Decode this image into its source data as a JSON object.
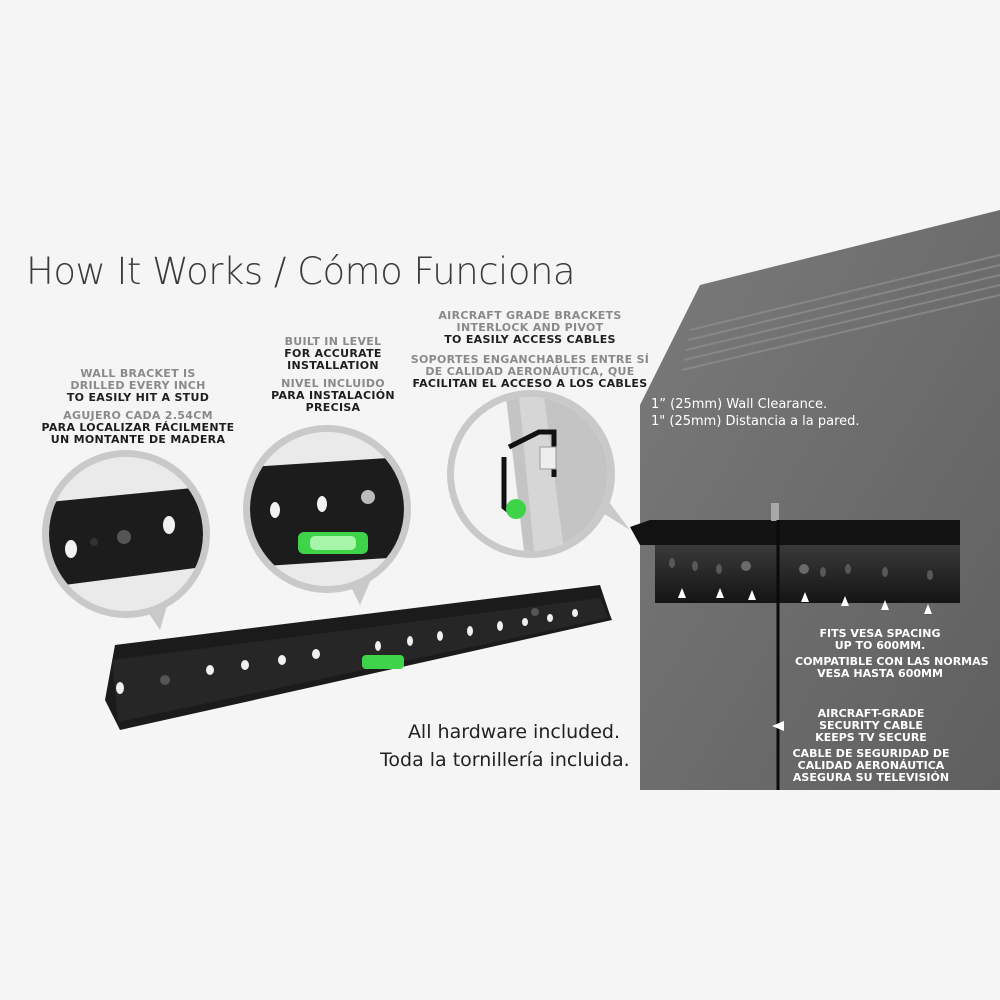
{
  "title": "How It Works / Cómo Funciona",
  "callout_stud": {
    "en": [
      "WALL BRACKET IS",
      "DRILLED EVERY INCH",
      "TO EASILY HIT A STUD"
    ],
    "es": [
      "AGUJERO CADA 2.54CM",
      "PARA LOCALIZAR FÁCILMENTE",
      "UN MONTANTE DE MADERA"
    ]
  },
  "callout_level": {
    "en": [
      "BUILT IN LEVEL",
      "FOR ACCURATE",
      "INSTALLATION"
    ],
    "es": [
      "NIVEL INCLUIDO",
      "PARA INSTALACIÓN",
      "PRECISA"
    ]
  },
  "callout_brackets": {
    "en": [
      "AIRCRAFT GRADE BRACKETS",
      "INTERLOCK AND PIVOT",
      "TO EASILY ACCESS CABLES"
    ],
    "es": [
      "SOPORTES ENGANCHABLES ENTRE SÍ",
      "DE CALIDAD AERONÁUTICA, QUE",
      "FACILITAN EL ACCESO A LOS CABLES"
    ]
  },
  "clearance": {
    "en": "1” (25mm) Wall Clearance.",
    "es": "1\" (25mm) Distancia a la pared."
  },
  "vesa": {
    "en": [
      "FITS VESA SPACING",
      "UP TO 600MM."
    ],
    "es": [
      "COMPATIBLE CON LAS NORMAS",
      "VESA HASTA 600MM"
    ]
  },
  "cable": {
    "en": [
      "AIRCRAFT-GRADE",
      "SECURITY CABLE",
      "KEEPS TV SECURE"
    ],
    "es": [
      "CABLE DE SEGURIDAD DE",
      "CALIDAD AERONÁUTICA",
      "ASEGURA SU TELEVISIÓN"
    ]
  },
  "hardware": {
    "en": "All hardware included.",
    "es": "Toda la tornillería incluida."
  },
  "colors": {
    "background": "#f5f5f5",
    "tv_panel": "#6e6e6e",
    "bracket": "#1a1a1a",
    "level_bubble": "#3fd34a"
  }
}
